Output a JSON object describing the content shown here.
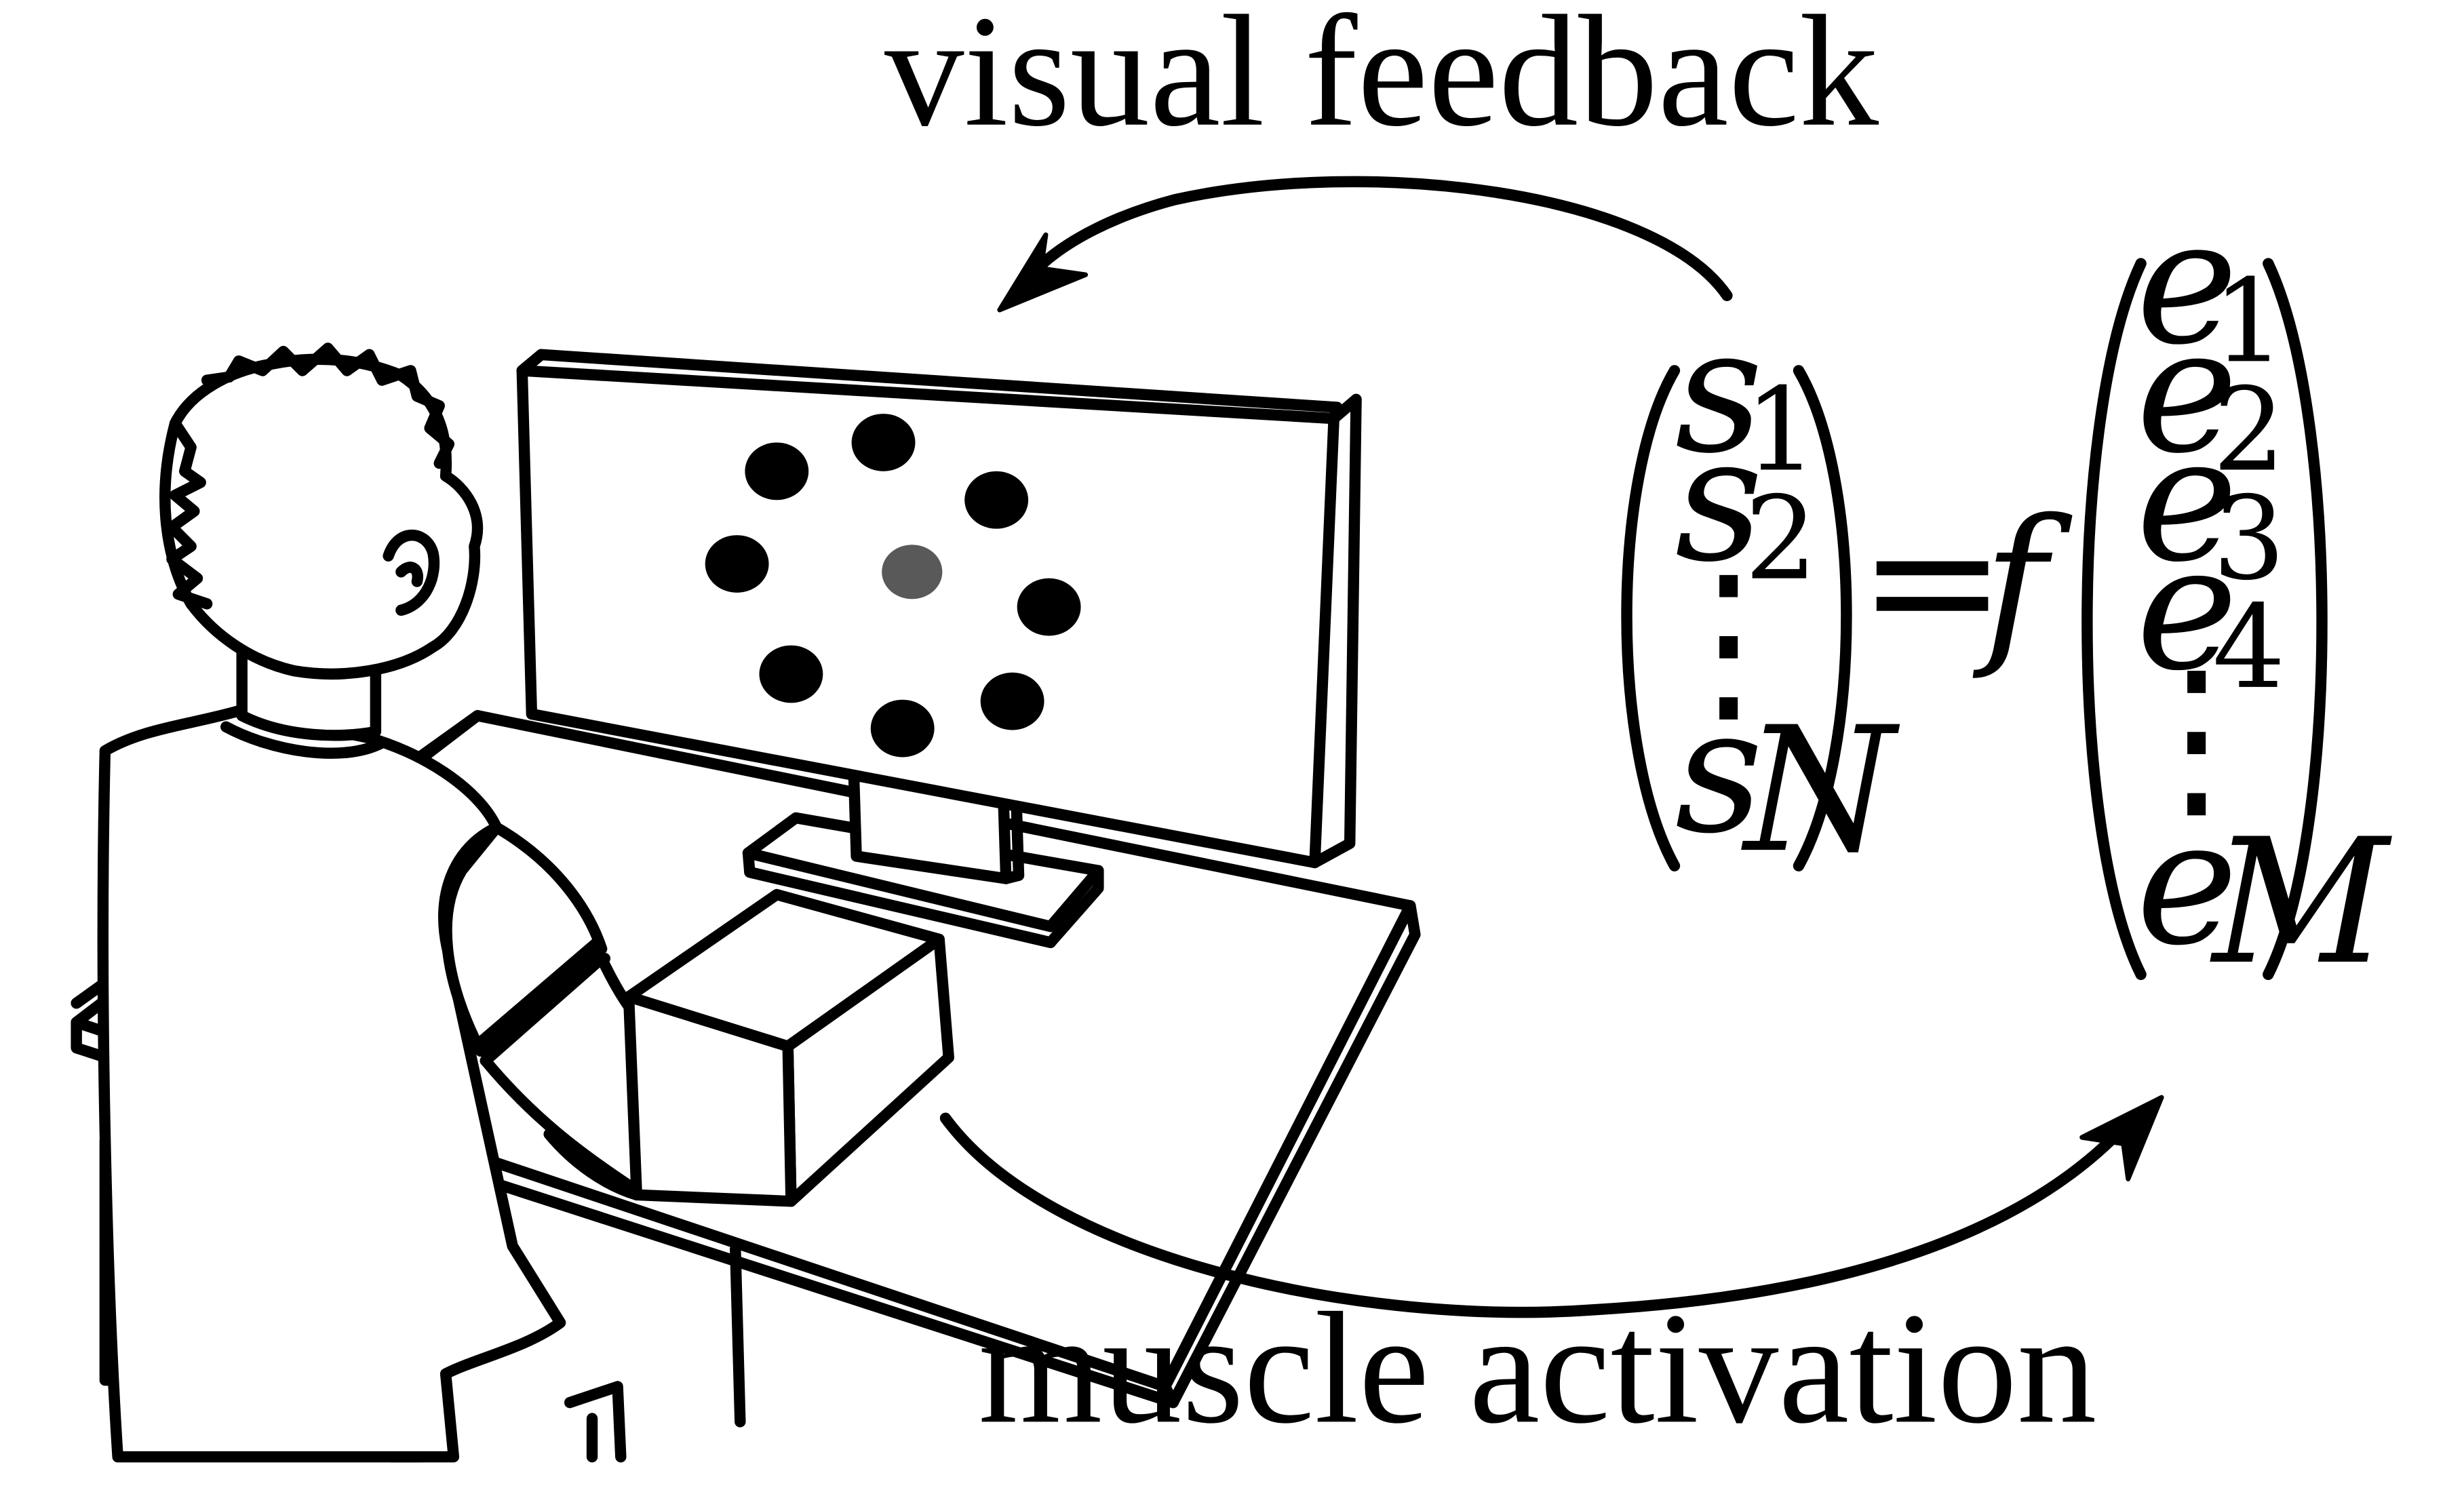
{
  "labels": {
    "visual_feedback": "visual feedback",
    "muscle_activation": "muscle activation"
  },
  "equation": {
    "left_vector": [
      {
        "base": "s",
        "sub": "1"
      },
      {
        "base": "s",
        "sub": "2"
      },
      {
        "base": "⋮",
        "sub": ""
      },
      {
        "base": "s",
        "sub": "N"
      }
    ],
    "equals": "=",
    "function": "f",
    "right_vector": [
      {
        "base": "e",
        "sub": "1"
      },
      {
        "base": "e",
        "sub": "2"
      },
      {
        "base": "e",
        "sub": "3"
      },
      {
        "base": "e",
        "sub": "4"
      },
      {
        "base": "⋮",
        "sub": ""
      },
      {
        "base": "e",
        "sub": "M"
      }
    ]
  },
  "screen": {
    "target_count": 8,
    "active_cursor": "center",
    "colors": {
      "target": "#000000",
      "cursor": "#595959"
    }
  }
}
